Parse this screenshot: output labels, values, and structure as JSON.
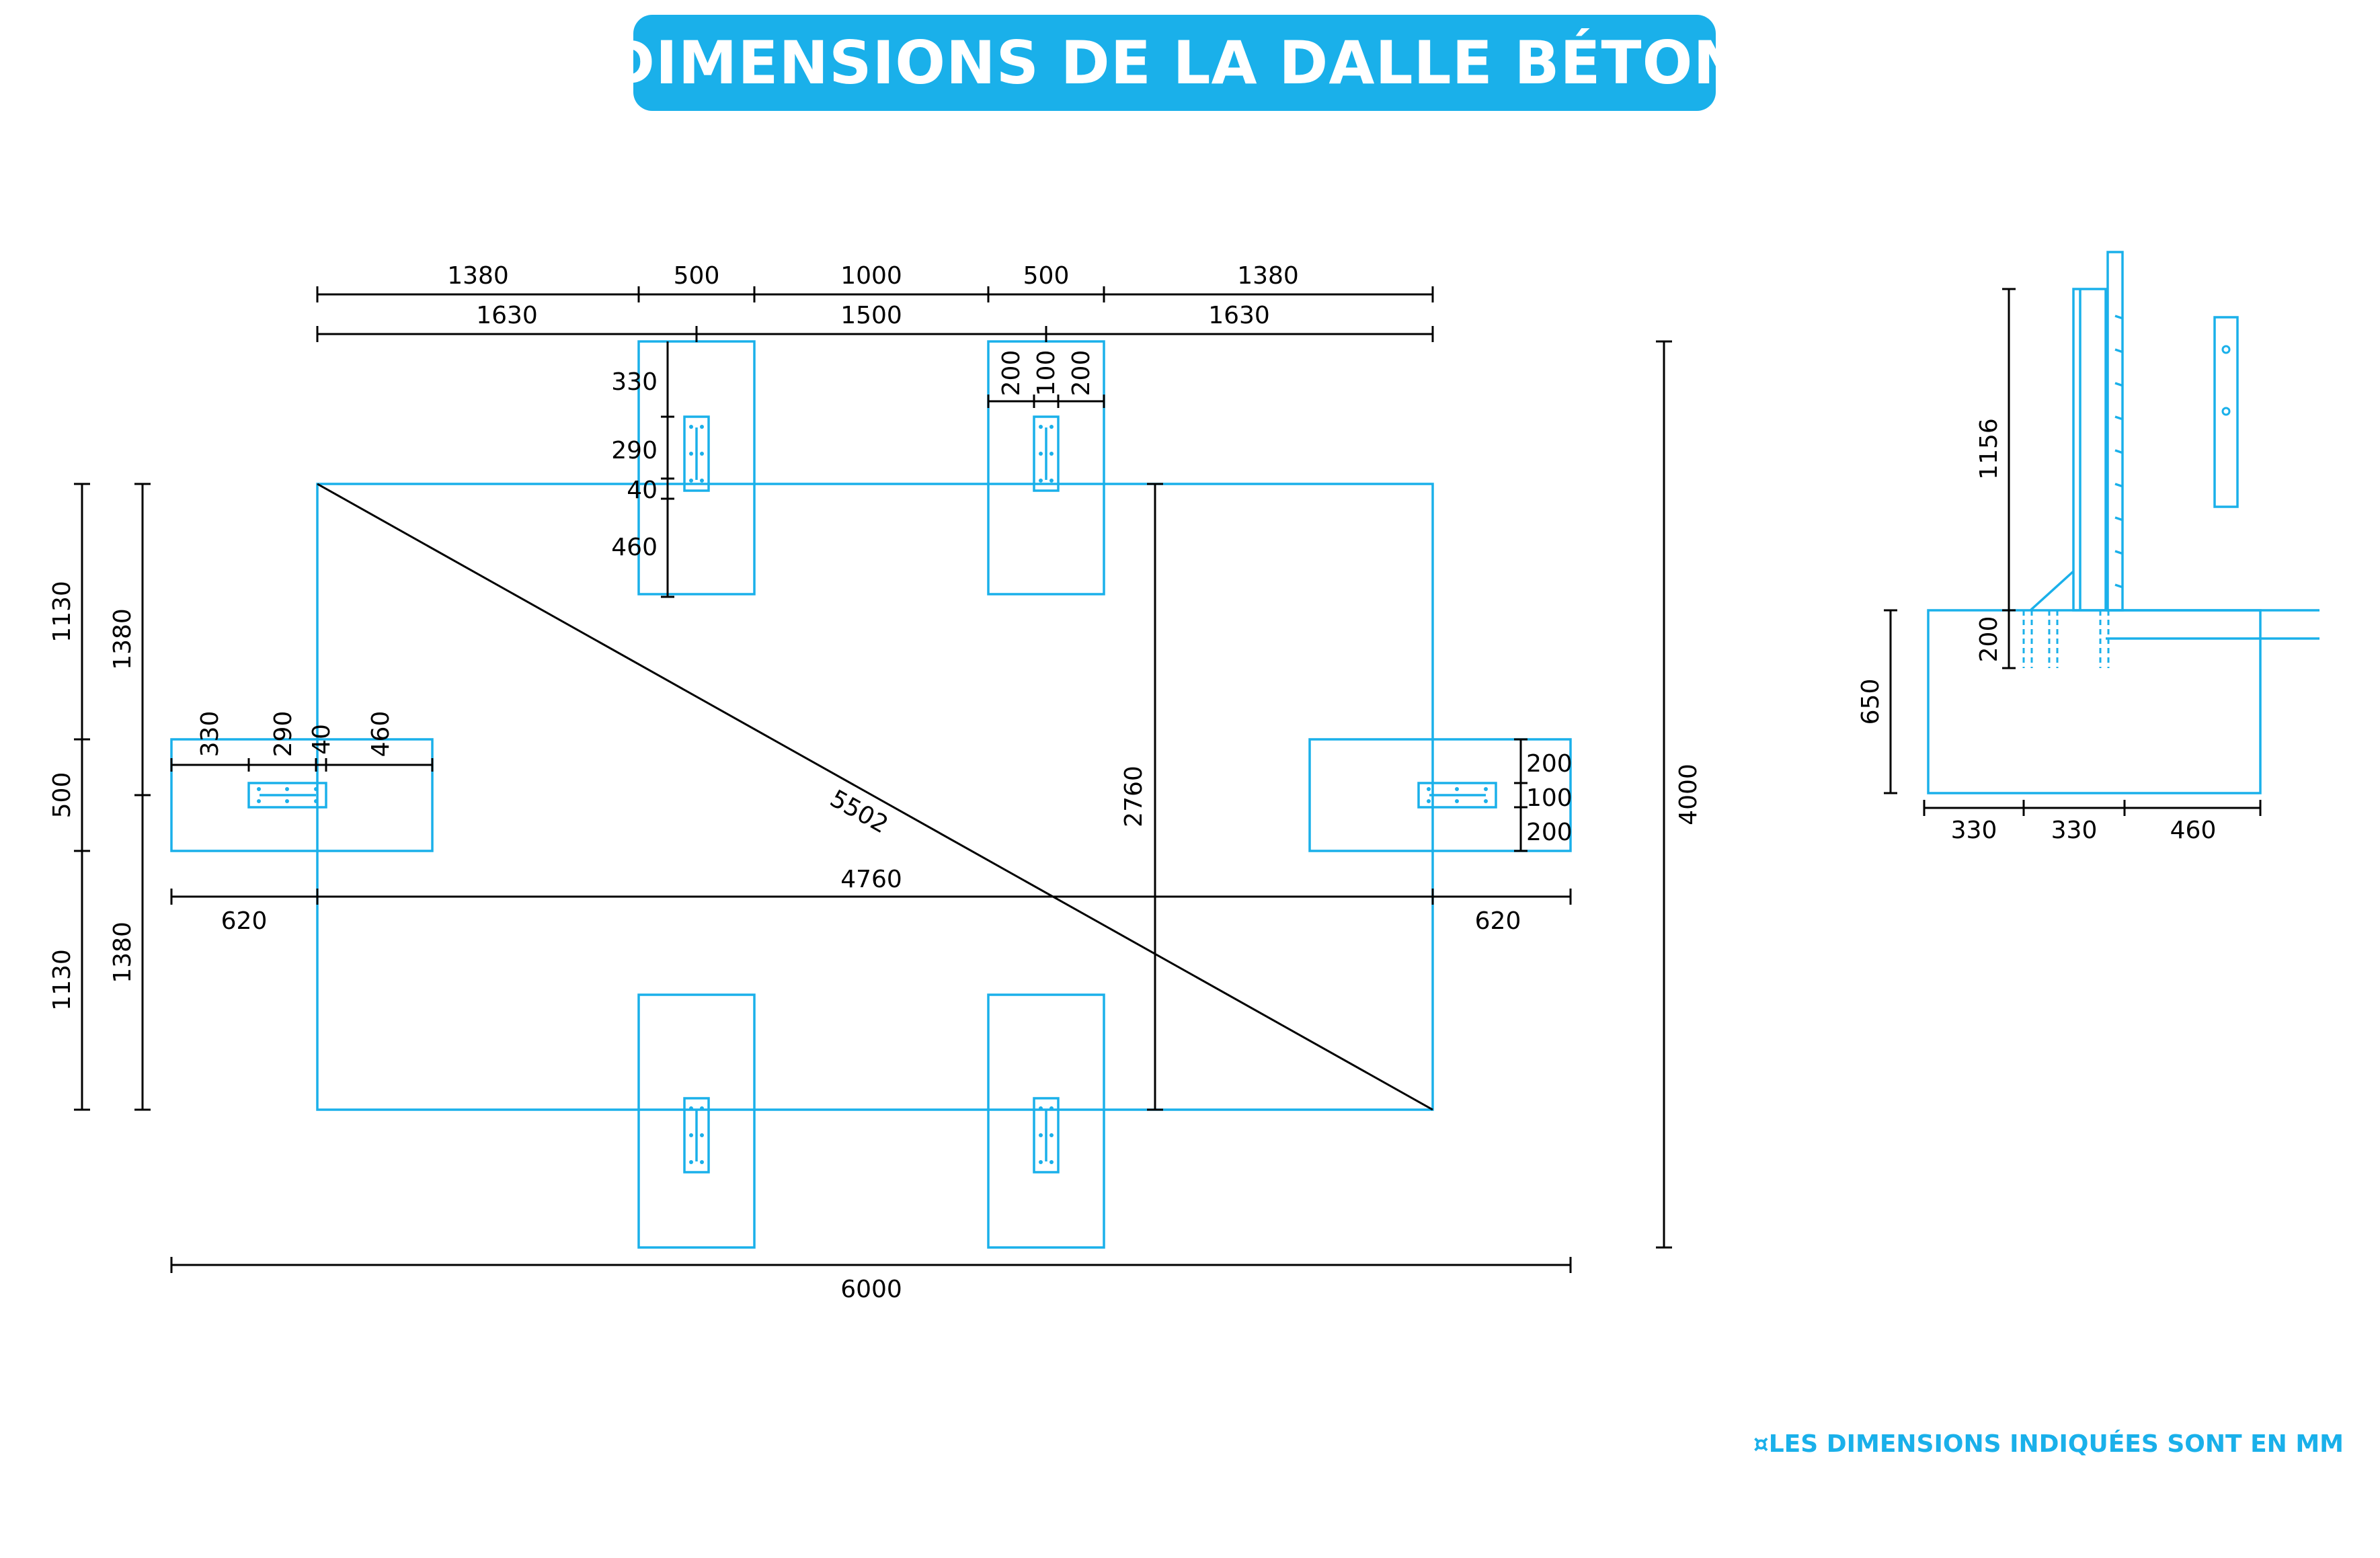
{
  "title": "DIMENSIONS DE LA DALLE BÉTON",
  "footnote": "¤LES DIMENSIONS INDIQUÉES SONT EN MM",
  "colors": {
    "accent": "#1ab0ea",
    "line": "#000000",
    "background": "#ffffff"
  },
  "plan": {
    "top_row_1": [
      "1380",
      "500",
      "1000",
      "500",
      "1380"
    ],
    "top_row_2": [
      "1630",
      "1500",
      "1630"
    ],
    "pad_top_left": {
      "h330": "330",
      "h290": "290",
      "h40": "40",
      "h460": "460"
    },
    "pad_top_right": {
      "w200a": "200",
      "w100": "100",
      "w200b": "200"
    },
    "pad_left": {
      "w330": "330",
      "w290": "290",
      "w40": "40",
      "w460": "460"
    },
    "pad_right": {
      "h200a": "200",
      "h100": "100",
      "h200b": "200"
    },
    "left_outer": {
      "top": "1130",
      "mid": "500",
      "bottom": "1130"
    },
    "left_inner": {
      "top": "1380",
      "bottom": "1380"
    },
    "diagonal": "5502",
    "inner_height": "2760",
    "total_height": "4000",
    "slab_width": "4760",
    "side_left": "620",
    "side_right": "620",
    "total_width": "6000"
  },
  "section": {
    "post_height": "1156",
    "embed": "200",
    "footing_depth": "650",
    "bottom": [
      "330",
      "330",
      "460"
    ]
  }
}
